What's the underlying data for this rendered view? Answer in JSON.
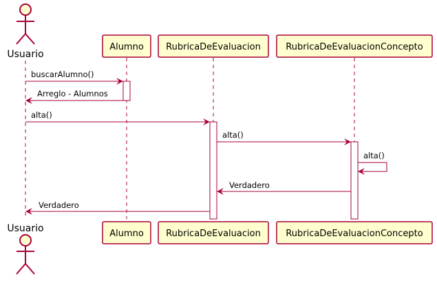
{
  "participants": [
    {
      "id": "usuario",
      "label": "Usuario",
      "kind": "actor"
    },
    {
      "id": "alumno",
      "label": "Alumno",
      "kind": "box"
    },
    {
      "id": "rubrica",
      "label": "RubricaDeEvaluacion",
      "kind": "box"
    },
    {
      "id": "concepto",
      "label": "RubricaDeEvaluacionConcepto",
      "kind": "box"
    }
  ],
  "messages": [
    {
      "from": "usuario",
      "to": "alumno",
      "label": "buscarAlumno()",
      "kind": "call"
    },
    {
      "from": "alumno",
      "to": "usuario",
      "label": "Arreglo - Alumnos",
      "kind": "return"
    },
    {
      "from": "usuario",
      "to": "rubrica",
      "label": "alta()",
      "kind": "call"
    },
    {
      "from": "rubrica",
      "to": "concepto",
      "label": "alta()",
      "kind": "call"
    },
    {
      "from": "concepto",
      "to": "concepto",
      "label": "alta()",
      "kind": "self"
    },
    {
      "from": "concepto",
      "to": "rubrica",
      "label": "Verdadero",
      "kind": "return"
    },
    {
      "from": "rubrica",
      "to": "usuario",
      "label": "Verdadero",
      "kind": "return"
    }
  ],
  "colors": {
    "arrow": "#A80036",
    "box_fill": "#FEFECE",
    "box_border": "#A80036",
    "activation_fill": "#FFFFFF"
  }
}
